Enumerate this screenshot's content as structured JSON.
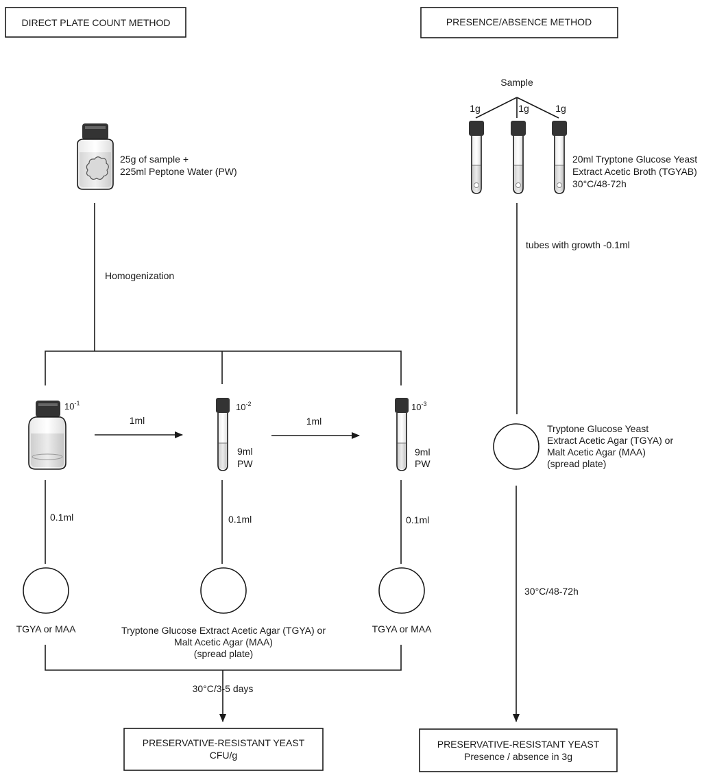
{
  "left": {
    "header": "DIRECT PLATE COUNT METHOD",
    "sample_line1": "25g of sample +",
    "sample_line2": "225ml Peptone Water (PW)",
    "homogenization": "Homogenization",
    "dil1": "10",
    "dil1_exp": "-1",
    "dil2": "10",
    "dil2_exp": "-2",
    "dil3": "10",
    "dil3_exp": "-3",
    "transfer1": "1ml",
    "transfer2": "1ml",
    "tube2_l1": "9ml",
    "tube2_l2": "PW",
    "tube3_l1": "9ml",
    "tube3_l2": "PW",
    "plate_vol1": "0.1ml",
    "plate_vol2": "0.1ml",
    "plate_vol3": "0.1ml",
    "plate1_label": "TGYA or MAA",
    "plate2_l1": "Tryptone Glucose Extract Acetic Agar (TGYA) or",
    "plate2_l2": "Malt Acetic Agar (MAA)",
    "plate2_l3": "(spread plate)",
    "plate3_label": "TGYA or MAA",
    "incubation": "30°C/3-5 days",
    "result_l1": "PRESERVATIVE-RESISTANT YEAST",
    "result_l2": "CFU/g"
  },
  "right": {
    "header": "PRESENCE/ABSENCE METHOD",
    "sample": "Sample",
    "g1": "1g",
    "g2": "1g",
    "g3": "1g",
    "broth_l1": "20ml Tryptone Glucose Yeast",
    "broth_l2": "Extract Acetic Broth (TGYAB)",
    "broth_l3": "30°C/48-72h",
    "growth": "tubes with growth -0.1ml",
    "agar_l1": "Tryptone Glucose Yeast",
    "agar_l2": "Extract Acetic Agar (TGYA) or",
    "agar_l3": "Malt Acetic Agar (MAA)",
    "agar_l4": "(spread plate)",
    "incubation": "30°C/48-72h",
    "result_l1": "PRESERVATIVE-RESISTANT YEAST",
    "result_l2": "Presence / absence in 3g"
  }
}
